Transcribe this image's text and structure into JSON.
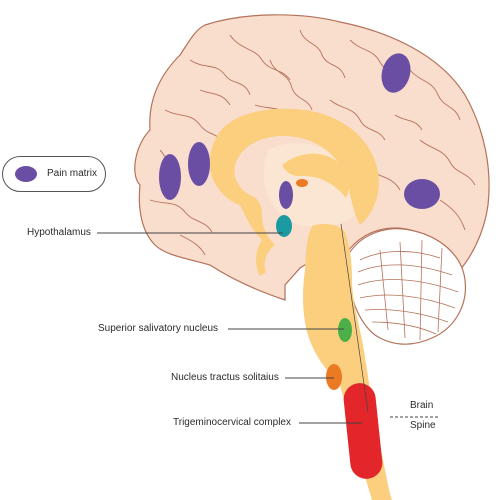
{
  "colors": {
    "cortex_fill": "#f9ddcd",
    "cortex_stroke": "#b5725a",
    "cerebellum_fill": "#ffffff",
    "core_fill": "#fbcf7e",
    "inner_fill": "#fbe6d4",
    "pain_matrix": "#6a4ea4",
    "hypothalamus": "#1b9ba1",
    "superior_salivatory": "#4caf4a",
    "nucleus_tractus": "#ec7a24",
    "trigeminocervical": "#e2262a",
    "leader": "#444444"
  },
  "legend": {
    "label": "Pain matrix",
    "icon": "pain-matrix-ellipse"
  },
  "labels": {
    "hypothalamus": "Hypothalamus",
    "superior_salivatory": "Superior salivatory nucleus",
    "nucleus_tractus": "Nucleus tractus solitaius",
    "trigeminocervical": "Trigeminocervical complex",
    "brain": "Brain",
    "spine": "Spine"
  }
}
